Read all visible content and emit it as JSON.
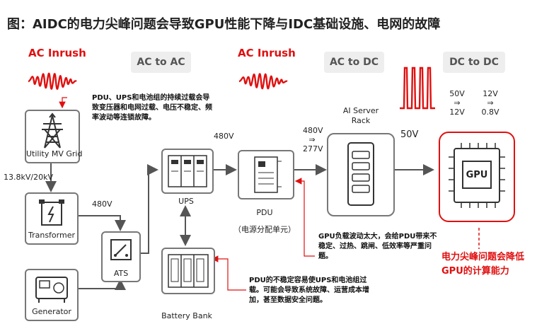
{
  "title": "图：AIDC的电力尖峰问题会导致GPU性能下降与IDC基础设施、电网的故障",
  "headers": {
    "ac_to_ac": "AC to AC",
    "ac_to_dc": "AC to DC",
    "dc_to_dc": "DC to DC"
  },
  "inrush": {
    "left": "AC Inrush",
    "mid": "AC Inrush"
  },
  "components": {
    "grid": "Utility MV Grid",
    "transformer": "Transformer",
    "generator": "Generator",
    "ats": "ATS",
    "ups": "UPS",
    "battery": "Battery Bank",
    "pdu": "PDU",
    "pdu_cn": "（电源分配单元）",
    "rack": "AI Server\nRack",
    "gpu": "GPU"
  },
  "voltages": {
    "mv": "13.8kV/20kV",
    "v480_a": "480V",
    "v480_b": "480V",
    "v480_277": "480V\n⇒\n277V",
    "v50": "50V",
    "v50_12": "50V\n⇒\n12V",
    "v12_08": "12V\n⇒\n0.8V"
  },
  "notes": {
    "grid_note": "PDU、UPS和电池组的持续过载会导致变压器和电网过载、电压不稳定、频率波动等连锁故障。",
    "gpu_note": "GPU负载波动太大，会给PDU带来不稳定、过热、跳闸、低效率等严重问题。",
    "pdu_note": "PDU的不稳定容易使UPS和电池组过载。可能会导致系统故障、运营成本增加，甚至数据安全问题。",
    "gpu_effect": "电力尖峰问题会降低GPU的计算能力"
  },
  "colors": {
    "accent_red": "#e01010",
    "box_border": "#777777",
    "header_bg": "#eeeeee"
  }
}
